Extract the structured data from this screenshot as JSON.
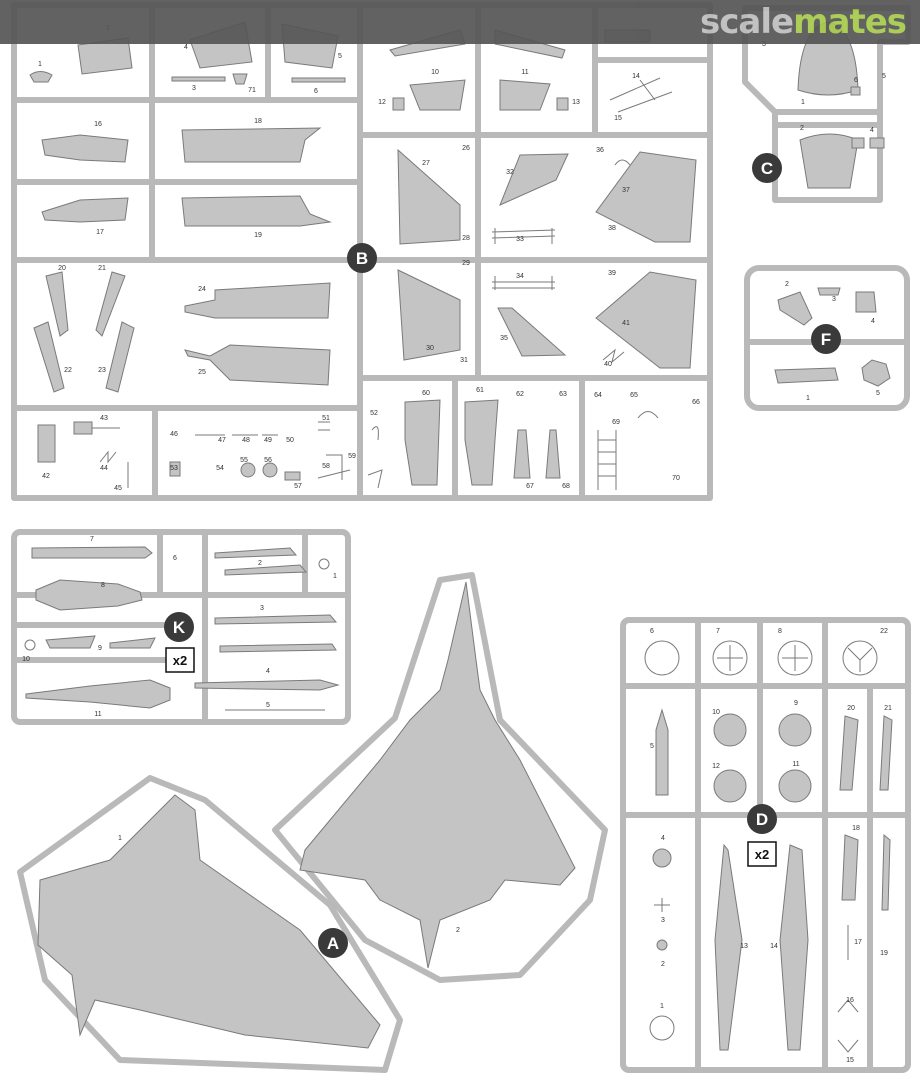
{
  "watermark": {
    "part1": "scale",
    "part2": "mates",
    "color1": "#bdbdbd",
    "color2": "#a5c94a"
  },
  "sprues": [
    {
      "id": "B",
      "parts": [
        "1",
        "2",
        "3",
        "4",
        "5",
        "6",
        "71",
        "10",
        "11",
        "12",
        "13",
        "14",
        "15",
        "16",
        "17",
        "18",
        "19",
        "20",
        "21",
        "22",
        "23",
        "24",
        "25",
        "26",
        "27",
        "28",
        "29",
        "30",
        "31",
        "32",
        "33",
        "34",
        "35",
        "36",
        "37",
        "38",
        "39",
        "40",
        "41",
        "42",
        "43",
        "44",
        "45",
        "46",
        "47",
        "48",
        "49",
        "50",
        "51",
        "52",
        "53",
        "54",
        "55",
        "56",
        "57",
        "58",
        "59",
        "60",
        "61",
        "62",
        "63",
        "64",
        "65",
        "66",
        "67",
        "68",
        "69",
        "70"
      ]
    },
    {
      "id": "C",
      "parts": [
        "1",
        "2",
        "3",
        "4",
        "5",
        "6"
      ]
    },
    {
      "id": "F",
      "parts": [
        "1",
        "2",
        "3",
        "4",
        "5"
      ]
    },
    {
      "id": "K",
      "qty": "x2",
      "parts": [
        "1",
        "2",
        "3",
        "4",
        "5",
        "6",
        "7",
        "8",
        "9",
        "10",
        "11"
      ]
    },
    {
      "id": "A",
      "parts": [
        "1",
        "2"
      ]
    },
    {
      "id": "D",
      "qty": "x2",
      "parts": [
        "1",
        "2",
        "3",
        "4",
        "5",
        "6",
        "7",
        "8",
        "9",
        "10",
        "11",
        "12",
        "13",
        "14",
        "15",
        "16",
        "17",
        "18",
        "19",
        "20",
        "21",
        "22"
      ]
    }
  ],
  "colors": {
    "frame": "#b9b9b9",
    "part": "#c4c4c4",
    "outline": "#7a7a7a",
    "badge": "#3a3a3a"
  }
}
